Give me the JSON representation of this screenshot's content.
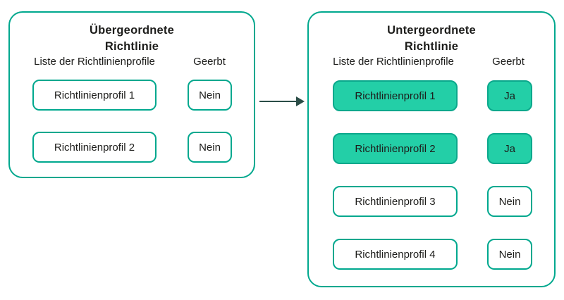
{
  "theme": {
    "border_color": "#00a88e",
    "inherited_fill_color": "#23cfa7",
    "inherited_border_color": "#0ba88c",
    "arrow_color": "#2b4d47",
    "text_color": "#1d1d1b"
  },
  "diagram": {
    "arrow": "right-arrow",
    "panels": [
      {
        "id": "parent-policy",
        "title_line1": "Übergeordnete",
        "title_line2": "Richtlinie",
        "profiles_header": "Liste der Richtlinienprofile",
        "inherited_header": "Geerbt",
        "rows": [
          {
            "profile": "Richtlinienprofil 1",
            "inherited_label": "Nein",
            "inherited": false
          },
          {
            "profile": "Richtlinienprofil 2",
            "inherited_label": "Nein",
            "inherited": false
          }
        ]
      },
      {
        "id": "child-policy",
        "title_line1": "Untergeordnete",
        "title_line2": "Richtlinie",
        "profiles_header": "Liste der Richtlinienprofile",
        "inherited_header": "Geerbt",
        "rows": [
          {
            "profile": "Richtlinienprofil 1",
            "inherited_label": "Ja",
            "inherited": true
          },
          {
            "profile": "Richtlinienprofil 2",
            "inherited_label": "Ja",
            "inherited": true
          },
          {
            "profile": "Richtlinienprofil 3",
            "inherited_label": "Nein",
            "inherited": false
          },
          {
            "profile": "Richtlinienprofil 4",
            "inherited_label": "Nein",
            "inherited": false
          }
        ]
      }
    ]
  }
}
